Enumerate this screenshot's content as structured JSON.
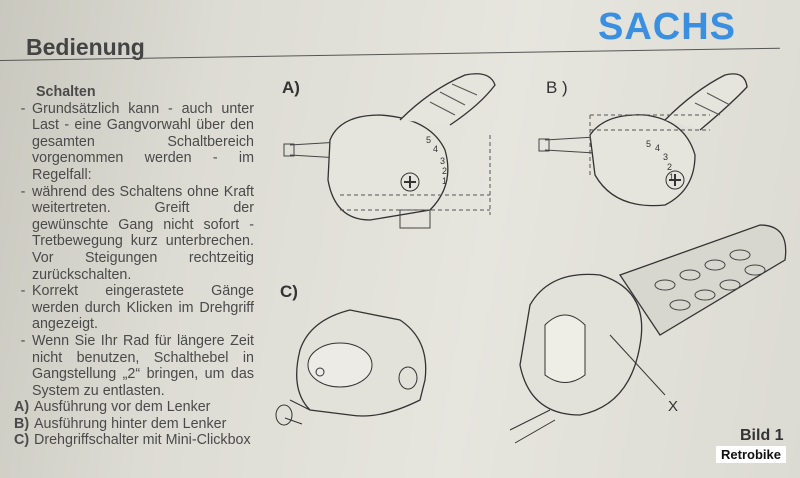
{
  "brand": "SACHS",
  "title": "Bedienung",
  "section": {
    "heading": "Schalten",
    "bullets": [
      "Grundsätzlich kann - auch unter Last - eine Gangvorwahl über den gesamten Schaltbereich vorgenommen werden - im Regelfall:",
      "während des Schaltens ohne Kraft weitertreten. Greift der gewünschte Gang nicht sofort - Tretbewegung kurz unterbrechen. Vor Steigungen rechtzeitig zurückschalten.",
      "Korrekt eingerastete Gänge werden durch Klicken im Drehgriff angezeigt.",
      "Wenn Sie Ihr Rad für längere Zeit nicht benutzen, Schalthebel in Gangstellung „2“ bringen, um das System zu entlasten."
    ],
    "captions": [
      {
        "key": "A)",
        "text": "Ausführung vor dem Lenker"
      },
      {
        "key": "B)",
        "text": "Ausführung hinter dem Lenker"
      },
      {
        "key": "C)",
        "text": "Drehgriffschalter mit Mini-Clickbox"
      }
    ]
  },
  "figures": {
    "a": "A)",
    "b": "B )",
    "c": "C)",
    "x": "X",
    "gears": [
      "5",
      "4",
      "3",
      "2",
      "1"
    ],
    "caption": "Bild 1"
  },
  "watermark": "Retrobike"
}
